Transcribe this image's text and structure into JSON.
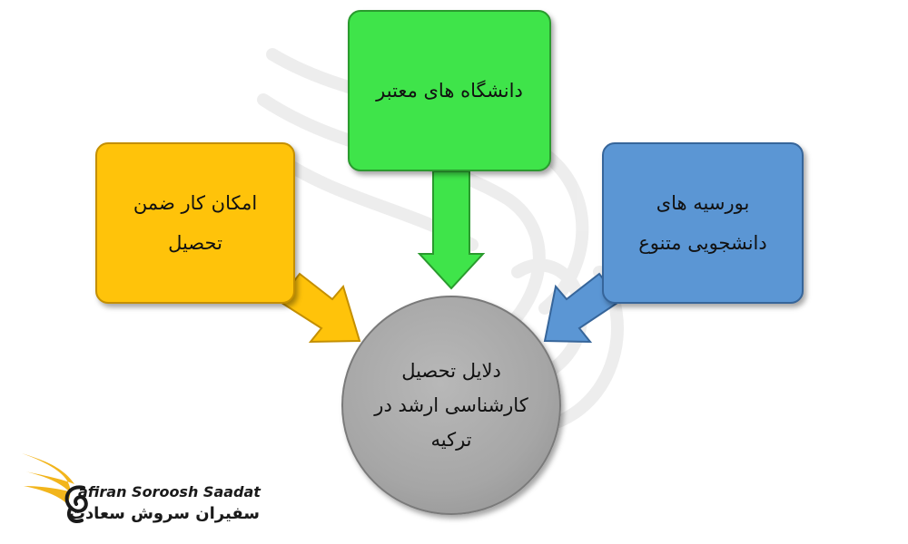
{
  "diagram": {
    "center": {
      "label": "دلایل تحصیل کارشناسی ارشد در ترکیه",
      "color": "#a6a6a6"
    },
    "nodes": [
      {
        "id": "green",
        "label": "دانشگاه های معتبر",
        "color": "#3fe44a"
      },
      {
        "id": "yellow",
        "label": "امکان کار ضمن تحصیل",
        "color": "#ffc30a"
      },
      {
        "id": "blue",
        "label": "بورسیه های دانشجویی متنوع",
        "color": "#5b96d4"
      }
    ]
  },
  "brand": {
    "name_en": "afiran Soroosh Saadat",
    "name_fa": "سفیران سروش سعادت",
    "accent_color": "#f2b51c",
    "icon": "wings-logo-icon"
  }
}
